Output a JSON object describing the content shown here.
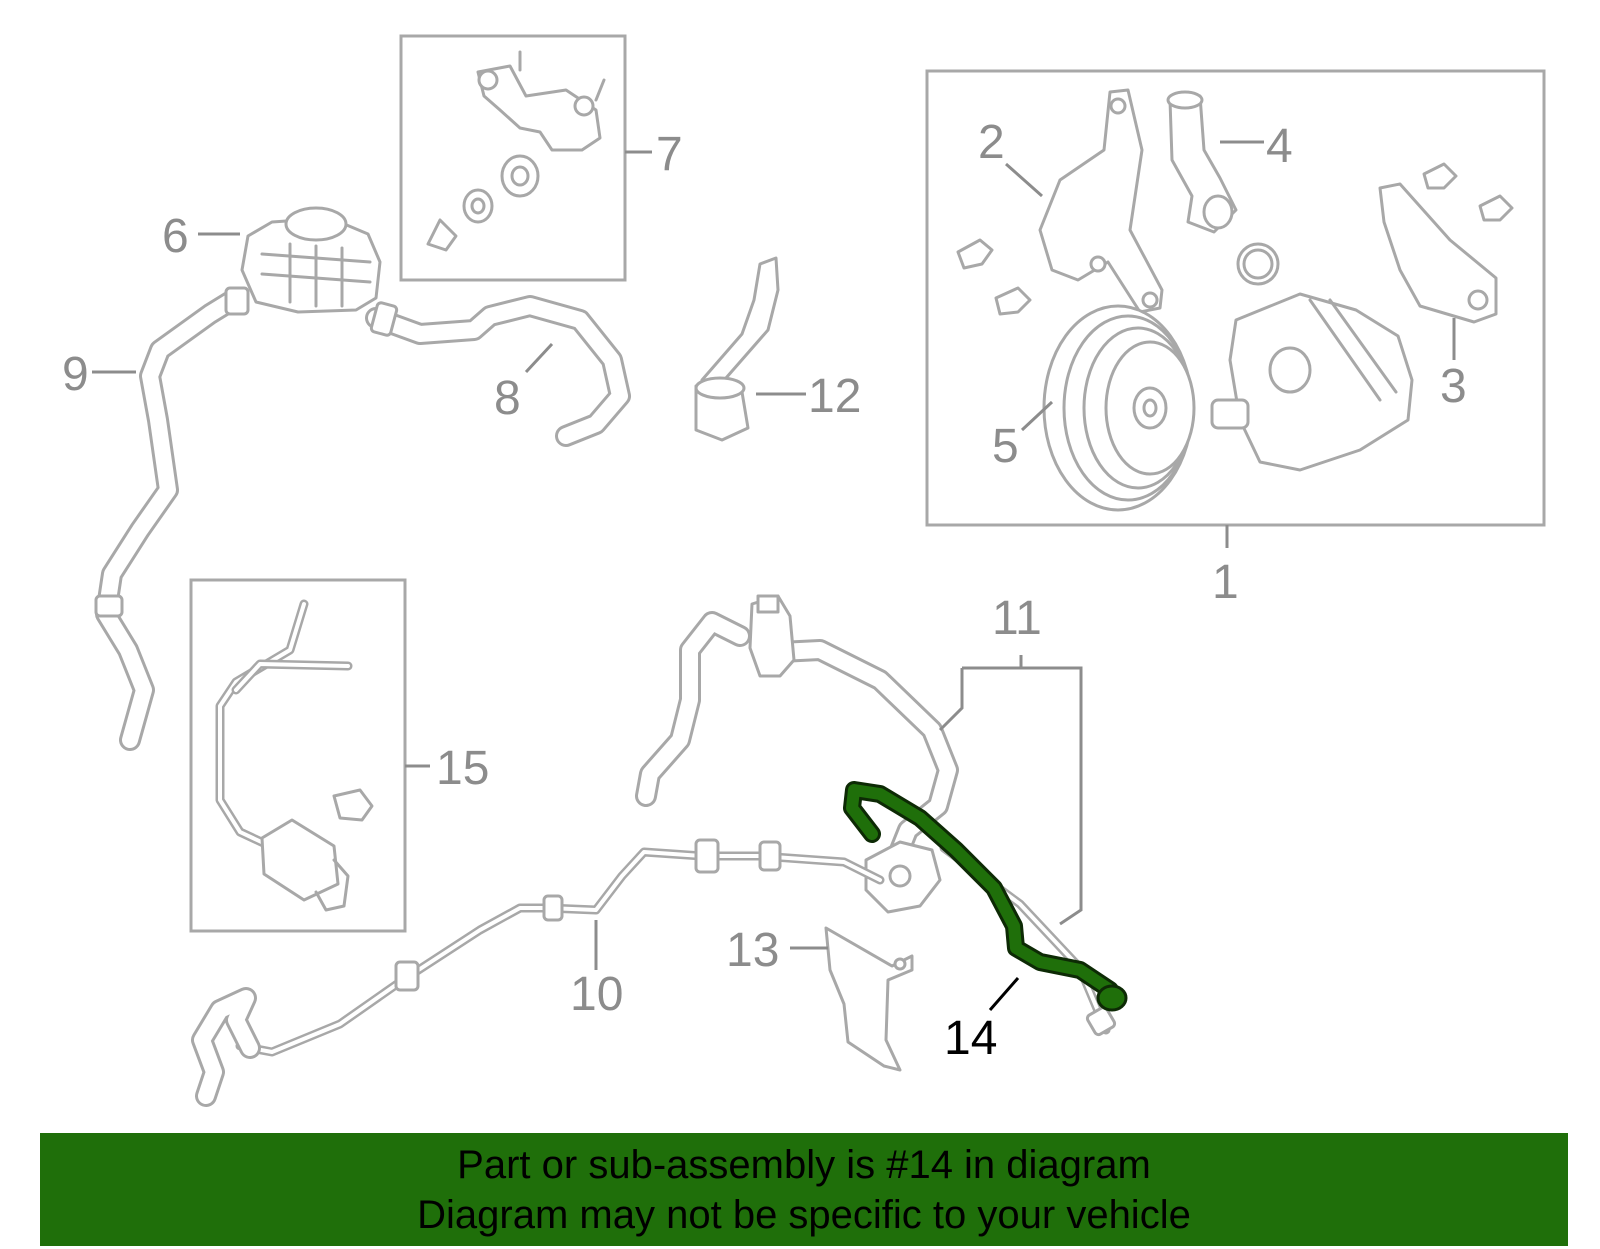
{
  "callouts": {
    "c1": "1",
    "c2": "2",
    "c3": "3",
    "c4": "4",
    "c5": "5",
    "c6": "6",
    "c7": "7",
    "c8": "8",
    "c9": "9",
    "c10": "10",
    "c11": "11",
    "c12": "12",
    "c13": "13",
    "c14": "14",
    "c15": "15"
  },
  "banner": {
    "line1": "Part or sub-assembly is #14 in diagram",
    "line2": "Diagram may not be specific to your vehicle"
  },
  "colors": {
    "highlight_part": "#1f6f0a",
    "banner_background": "#1f6f0a",
    "line_art": "#a8a8a8",
    "callout_text": "#8c8c8c"
  }
}
